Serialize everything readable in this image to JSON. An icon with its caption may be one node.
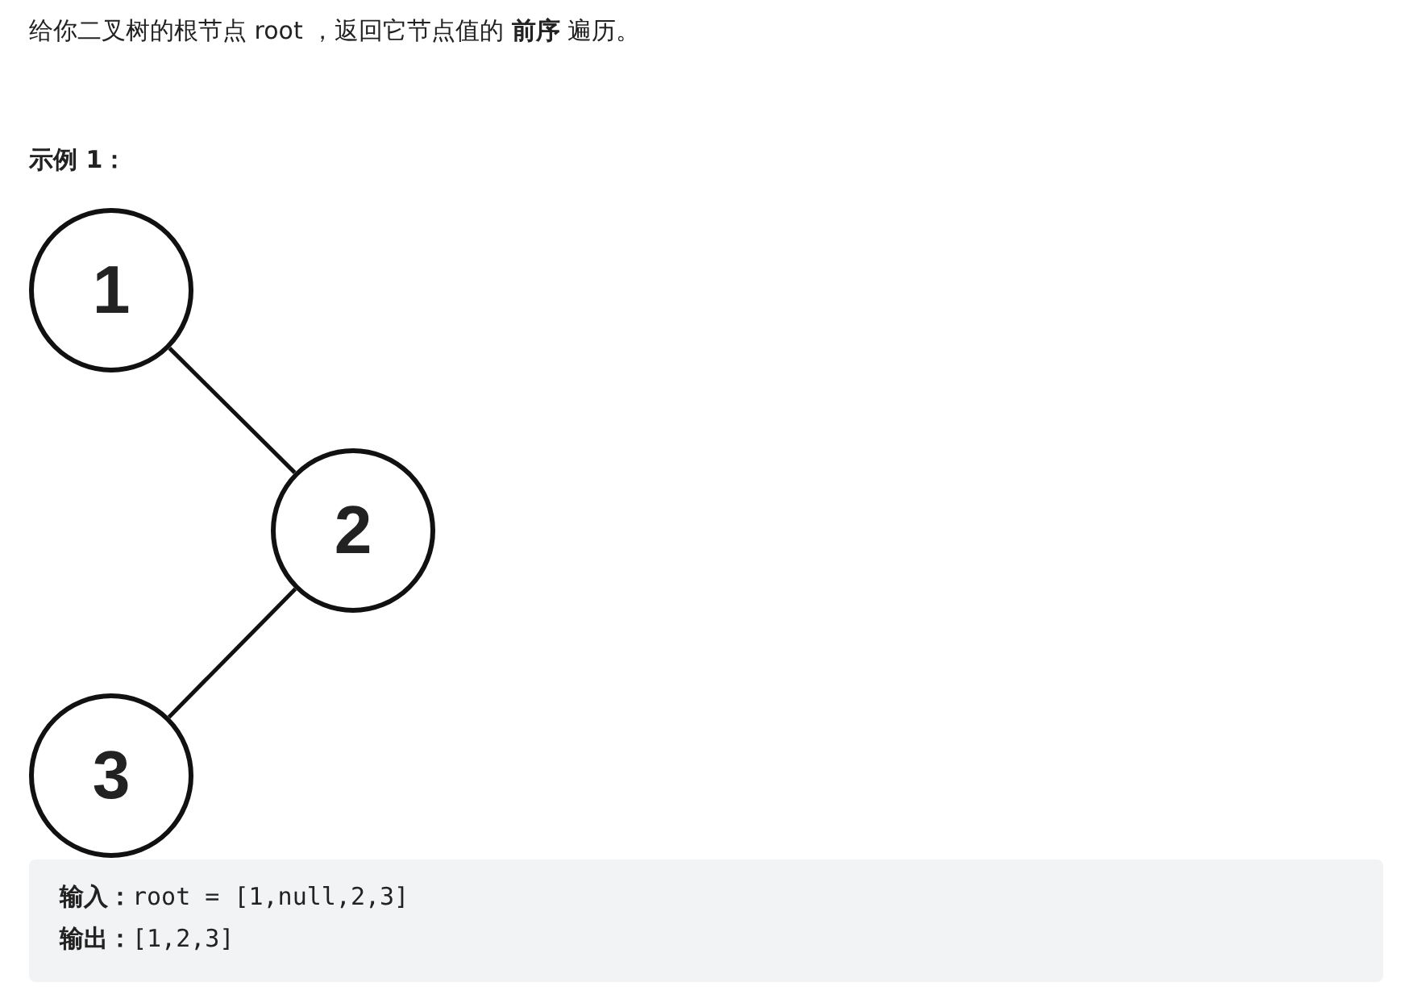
{
  "diagram": {
    "nodes": [
      {
        "text": [
          "1"
        ]
      },
      {
        "text": [
          "2"
        ]
      },
      {
        "text": [
          "3"
        ]
      }
    ],
    "edges": [
      {
        "from": 0,
        "to": 1,
        "arrow": "none"
      },
      {
        "from": 1,
        "to": 2,
        "arrow": "none"
      }
    ],
    "labels": [
      "给你二叉树的根节点 root ，返回它节点值的 **前序** 遍历。",
      "示例 1：",
      "**输入：**root = [1,null,2,3]",
      "**输出：**[1,2,3]"
    ]
  }
}
